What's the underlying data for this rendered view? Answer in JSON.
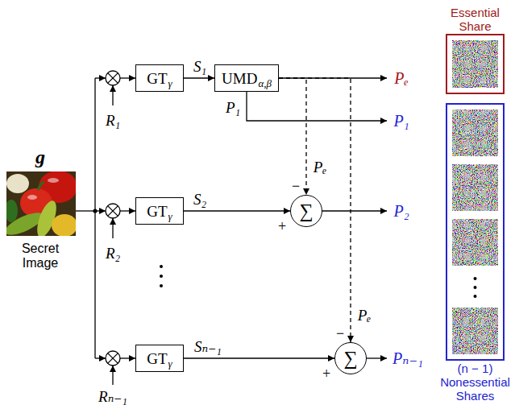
{
  "diagram": {
    "nodes": [
      {
        "text": [
          "GT",
          "γ"
        ]
      },
      {
        "text": [
          "UMD",
          "α,β"
        ]
      },
      {
        "text": [
          "GT",
          "γ"
        ]
      },
      {
        "text": [
          "∑"
        ]
      },
      {
        "text": [
          "GT",
          "γ"
        ]
      },
      {
        "text": [
          "∑"
        ]
      },
      {
        "text": [
          "Essential Share"
        ]
      },
      {
        "text": [
          "(n − 1) Nonessential Shares"
        ]
      }
    ],
    "edges": [
      {
        "from": 0,
        "to": 1,
        "arrow": "to",
        "label": "S₁"
      },
      {
        "from": 2,
        "to": 3,
        "arrow": "to",
        "label": "S₂"
      },
      {
        "from": 4,
        "to": 5,
        "arrow": "to",
        "label": "Sₙ₋₁"
      },
      {
        "from": 1,
        "to": 3,
        "arrow": "to"
      },
      {
        "from": 1,
        "to": 5,
        "arrow": "to"
      }
    ],
    "labels": [
      "g",
      "Secret Image",
      "R₁",
      "R₂",
      "Rₙ₋₁",
      "P₁",
      "Pₑ",
      "−",
      "+",
      "Pₑ",
      "−",
      "+",
      "Pₑ",
      "P₁",
      "P₂",
      "Pₙ₋₁"
    ]
  }
}
